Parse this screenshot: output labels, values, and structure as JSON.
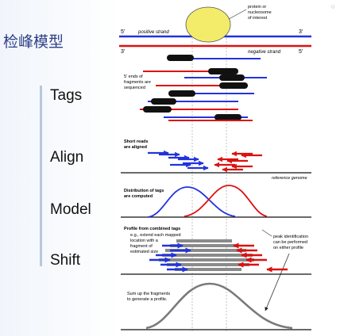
{
  "title": "检峰模型",
  "steps": [
    "Tags",
    "Align",
    "Model",
    "Shift"
  ],
  "corner_mark": "○",
  "diagram": {
    "strand_end_5": "5'",
    "strand_end_3": "3'",
    "positive_strand": "positive strand",
    "negative_strand": "negative strand",
    "protein_label": [
      "protein or",
      "nucleosome",
      "of interest"
    ],
    "tags_note": [
      "5' ends of",
      "fragments are",
      "sequenced"
    ],
    "align_note": [
      "Short reads",
      "are aligned"
    ],
    "reference_genome": "reference genome",
    "model_note": [
      "Distribution of tags",
      "are computed"
    ],
    "shift_note_title": "Profile from combined tags",
    "shift_note_body": [
      "e.g., extend each mapped",
      "location with a",
      "fragment of",
      "estimated size"
    ],
    "peak_note": [
      "peak identification",
      "can be performed",
      "on either profile"
    ],
    "sum_note": [
      "Sum up the fragments",
      "to generate a profile."
    ]
  },
  "colors": {
    "positive": "#2233dd",
    "negative": "#dd1111",
    "protein_fill": "#f3ec6a",
    "fragment": "#111111",
    "profile": "#7a7a7a",
    "title": "#2d3f86"
  }
}
